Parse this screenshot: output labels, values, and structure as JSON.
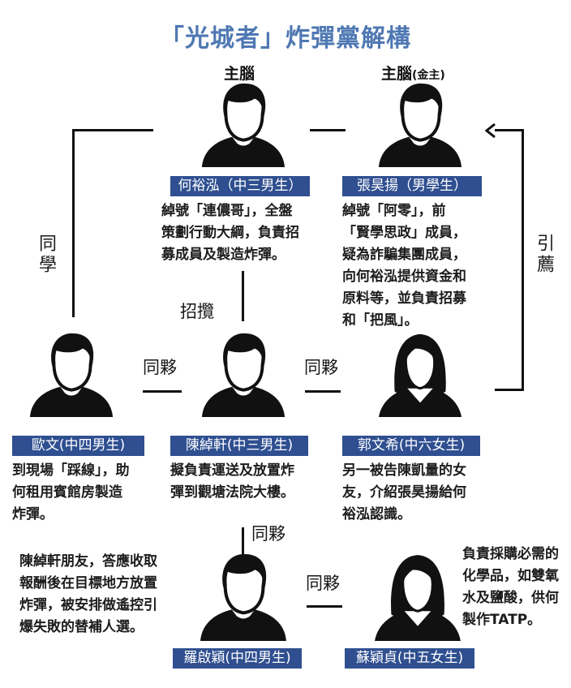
{
  "title": "「光城者」炸彈黨解構",
  "roles": {
    "leader": "主腦",
    "financier_main": "主腦",
    "financier_sub": "(金主)"
  },
  "relations": {
    "classmate": "同學",
    "recommend": "引薦",
    "recruit": "招攬",
    "accomplice_1": "同夥",
    "accomplice_2": "同夥",
    "accomplice_3": "同夥",
    "accomplice_4": "同夥"
  },
  "people": [
    {
      "name": "何裕泓（中三男生）",
      "desc": [
        "綽號「連儂哥」，全盤",
        "策劃行動大綱，負責招",
        "募成員及製造炸彈。"
      ]
    },
    {
      "name": "張昊揚（男學生）",
      "desc": [
        "綽號「阿零」，前",
        "「賢學思政」成員，",
        "疑為詐騙集團成員，",
        "向何裕泓提供資金和",
        "原料等，並負責招募",
        "和「把風」。"
      ]
    },
    {
      "name": "歐文(中四男生)",
      "desc": [
        "到現場「踩線」，助",
        "何租用賓館房製造",
        "炸彈。"
      ]
    },
    {
      "name": "陳綽軒(中三男生)",
      "desc": [
        "擬負責運送及放置炸",
        "彈到觀塘法院大樓。"
      ]
    },
    {
      "name": "郭文希(中六女生)",
      "desc": [
        "另一被告陳凱量的女",
        "友，介紹張昊揚給何",
        "裕泓認識。"
      ]
    },
    {
      "name": "羅啟穎(中四男生)",
      "desc": [
        "陳綽軒朋友，答應收取",
        "報酬後在目標地方放置",
        "炸彈，被安排做遙控引",
        "爆失敗的替補人選。"
      ]
    },
    {
      "name": "蘇穎貞(中五女生)",
      "desc": [
        "負責採購必需的",
        "化學品，如雙氧",
        "水及鹽酸，供何",
        "製作TATP。"
      ]
    }
  ],
  "colors": {
    "title": "#4f78b3",
    "tag_bg": "#2f4f90"
  }
}
